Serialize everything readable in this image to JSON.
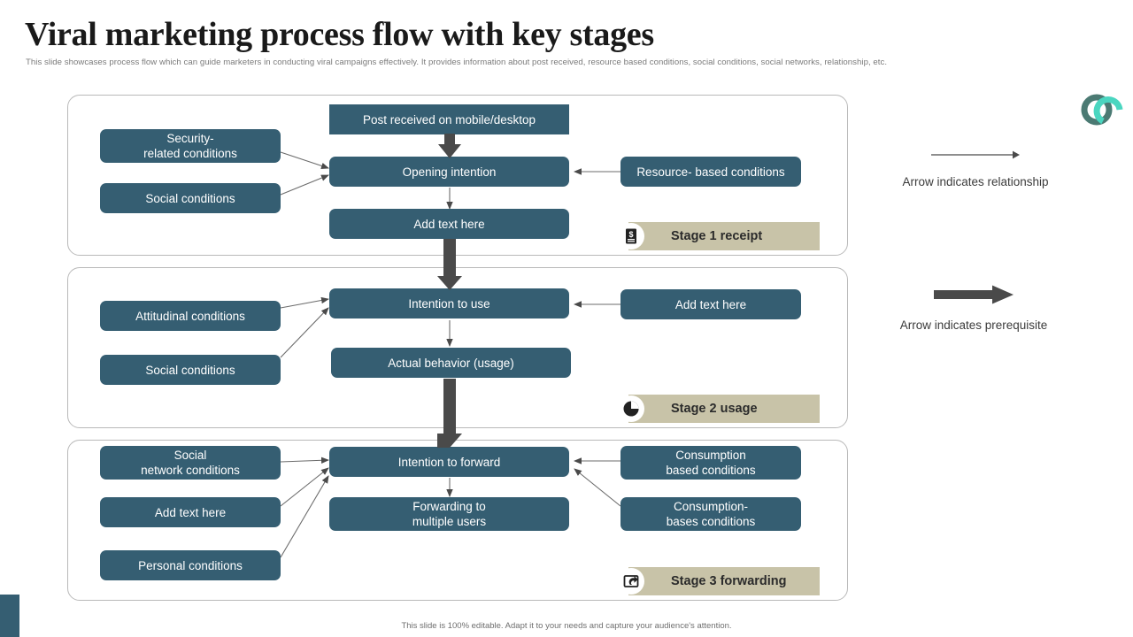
{
  "header": {
    "title": "Viral marketing process flow with key stages",
    "subtitle": "This slide showcases process flow which can  guide marketers in conducting viral campaigns effectively. It provides information about post received, resource based conditions, social conditions, social networks, relationship, etc."
  },
  "logo": {
    "name": "brand-logo",
    "ring_color": "#4b7a73",
    "arc_color": "#4ad6c0"
  },
  "theme": {
    "box_fill": "#355e72",
    "badge_fill": "#c8c3a8",
    "panel_border": "#b9b9b9",
    "arrow_thin": "#4a4a4a",
    "arrow_thick": "#4a4a4a",
    "text_on_box": "#ffffff"
  },
  "stages": [
    {
      "id": "stage-1",
      "badge": {
        "label": "Stage 1 receipt",
        "icon": "receipt-dollar-icon"
      },
      "left_boxes": [
        {
          "id": "security-related-conditions",
          "text": "Security-\nrelated conditions"
        },
        {
          "id": "social-conditions-1",
          "text": "Social conditions"
        }
      ],
      "center_boxes": [
        {
          "id": "post-received",
          "text": "Post received on mobile/desktop"
        },
        {
          "id": "opening-intention",
          "text": "Opening intention"
        },
        {
          "id": "add-text-here-1",
          "text": "Add text here"
        }
      ],
      "right_boxes": [
        {
          "id": "resource-based-conditions",
          "text": "Resource- based conditions"
        }
      ]
    },
    {
      "id": "stage-2",
      "badge": {
        "label": "Stage 2 usage",
        "icon": "pie-chart-icon"
      },
      "left_boxes": [
        {
          "id": "attitudinal-conditions",
          "text": "Attitudinal conditions"
        },
        {
          "id": "social-conditions-2",
          "text": "Social conditions"
        }
      ],
      "center_boxes": [
        {
          "id": "intention-to-use",
          "text": "Intention to use"
        },
        {
          "id": "actual-behavior",
          "text": "Actual behavior (usage)"
        }
      ],
      "right_boxes": [
        {
          "id": "add-text-here-2",
          "text": "Add text here"
        }
      ]
    },
    {
      "id": "stage-3",
      "badge": {
        "label": "Stage 3 forwarding",
        "icon": "share-forward-icon"
      },
      "left_boxes": [
        {
          "id": "social-network-conditions",
          "text": "Social\nnetwork conditions"
        },
        {
          "id": "add-text-here-3",
          "text": "Add text here"
        },
        {
          "id": "personal-conditions",
          "text": "Personal conditions"
        }
      ],
      "center_boxes": [
        {
          "id": "intention-to-forward",
          "text": "Intention to forward"
        },
        {
          "id": "forwarding-to-multiple-users",
          "text": "Forwarding to\nmultiple users"
        }
      ],
      "right_boxes": [
        {
          "id": "consumption-based-conditions",
          "text": "Consumption\nbased conditions"
        },
        {
          "id": "consumption-bases-conditions",
          "text": "Consumption-\nbases conditions"
        }
      ]
    }
  ],
  "legend": [
    {
      "id": "legend-relationship",
      "caption": "Arrow indicates relationship",
      "style": "thin-arrow"
    },
    {
      "id": "legend-prerequisite",
      "caption": "Arrow indicates prerequisite",
      "style": "thick-arrow"
    }
  ],
  "footer": {
    "note": "This slide is 100% editable. Adapt it to your needs and capture your audience's attention."
  }
}
